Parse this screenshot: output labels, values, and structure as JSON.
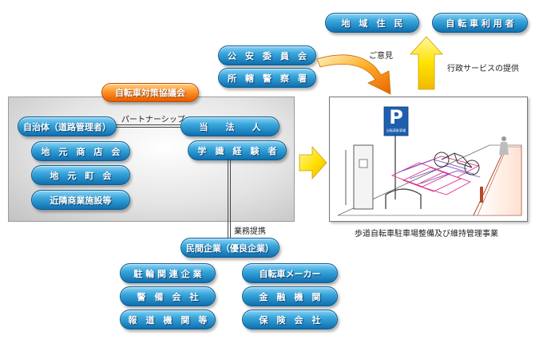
{
  "residents": {
    "local_residents": "地　域　住　民",
    "bicycle_users": "自 転 車 利 用 者"
  },
  "authorities": {
    "public_safety_commission": "公　安　委　員　会",
    "police_station": "所　轄　警　察　署"
  },
  "opinion_label": "ご意見",
  "service_label": "行政サービスの提供",
  "council_title": "自転車対策協議会",
  "partnership_label": "パートナーシップ",
  "council_members": {
    "municipality": "自治体（道路管理者）",
    "local_shopping_association": "地　元　商　店　会",
    "local_town_association": "地　元　町　会",
    "nearby_commercial_facilities": "近隣商業施設等"
  },
  "corporation": {
    "name": "当　　法　　人",
    "experts": "学　識　経　験　者"
  },
  "business_tieup_label": "業務提携",
  "private_sector_label": "民間企業（優良企業）",
  "private_companies": {
    "parking_companies": "駐 輪 関 連 企 業",
    "bicycle_manufacturer": "自転車メーカー",
    "security_company": "警　備　会　社",
    "financial_institution": "金　融　機　関",
    "information_organizations": "報　道　機　関　等",
    "insurance_company": "保　険　会　社"
  },
  "project_caption": "歩道自転車駐車場整備及び維持管理事業",
  "parking_sign": {
    "letter": "P",
    "sublabel": "自転車駐車場"
  },
  "colors": {
    "pill_blue": "#2a93d0",
    "pill_orange": "#ff8a1f",
    "arrow_yellow": "#ffe000",
    "panel_gray": "#d8d8d8",
    "sign_blue": "#1f5fae"
  }
}
